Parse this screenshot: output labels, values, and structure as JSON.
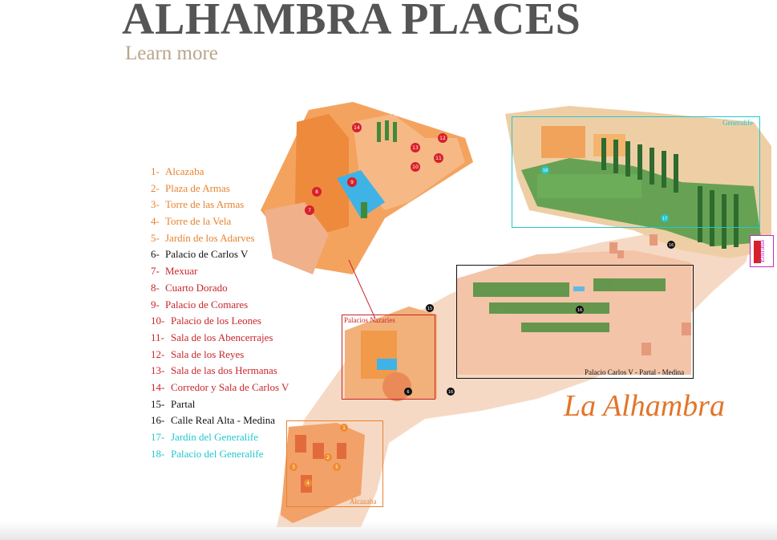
{
  "header": {
    "title": "ALHAMBRA PLACES",
    "learn_more": "Learn more"
  },
  "map": {
    "title": "La Alhambra",
    "legend": [
      {
        "num": "1-",
        "label": "Alcazaba",
        "color": "orange"
      },
      {
        "num": "2-",
        "label": "Plaza de Armas",
        "color": "orange"
      },
      {
        "num": "3-",
        "label": "Torre de las Armas",
        "color": "orange"
      },
      {
        "num": "4-",
        "label": "Torre de la Vela",
        "color": "orange"
      },
      {
        "num": "5-",
        "label": "Jardín de los Adarves",
        "color": "orange"
      },
      {
        "num": "6-",
        "label": "Palacio de Carlos V",
        "color": "black"
      },
      {
        "num": "7-",
        "label": "Mexuar",
        "color": "red"
      },
      {
        "num": "8-",
        "label": "Cuarto Dorado",
        "color": "red"
      },
      {
        "num": "9-",
        "label": "Palacio de Comares",
        "color": "red"
      },
      {
        "num": "10-",
        "label": "Palacio de los Leones",
        "color": "red"
      },
      {
        "num": "11-",
        "label": "Sala de los Abencerrajes",
        "color": "red"
      },
      {
        "num": "12-",
        "label": "Sala de los Reyes",
        "color": "red"
      },
      {
        "num": "13-",
        "label": "Sala de las dos Hermanas",
        "color": "red"
      },
      {
        "num": "14-",
        "label": "Corredor y Sala de Carlos V",
        "color": "red"
      },
      {
        "num": "15-",
        "label": "Partal",
        "color": "black"
      },
      {
        "num": "16-",
        "label": "Calle Real Alta - Medina",
        "color": "black"
      },
      {
        "num": "17-",
        "label": "Jardín del Generalife",
        "color": "cyan"
      },
      {
        "num": "18-",
        "label": "Palacio del Generalife",
        "color": "cyan"
      }
    ],
    "areas": {
      "generalife": "Generalife",
      "nazaries": "Palacios Nazaríes",
      "carlos": "Palacio Carlos V - Partal - Medina",
      "alcazaba": "Alcazaba",
      "entrada": "Entrada"
    },
    "markers": {
      "m1": "1",
      "m2": "2",
      "m3": "3",
      "m4": "4",
      "m5": "5",
      "m6": "6",
      "m7": "7",
      "m8": "8",
      "m9": "9",
      "m10": "10",
      "m11": "11",
      "m12": "12",
      "m13": "13",
      "m14": "14",
      "m15": "15",
      "m16a": "16",
      "m16b": "16",
      "m16c": "16",
      "m17": "17",
      "m18": "18"
    },
    "colors": {
      "orange": "#e8822e",
      "red": "#c8262a",
      "cyan": "#22c7cf",
      "black": "#111111",
      "terrain": "#f6d9c4",
      "garden": "#3f8a3a",
      "roof": "#f08a3c"
    }
  }
}
